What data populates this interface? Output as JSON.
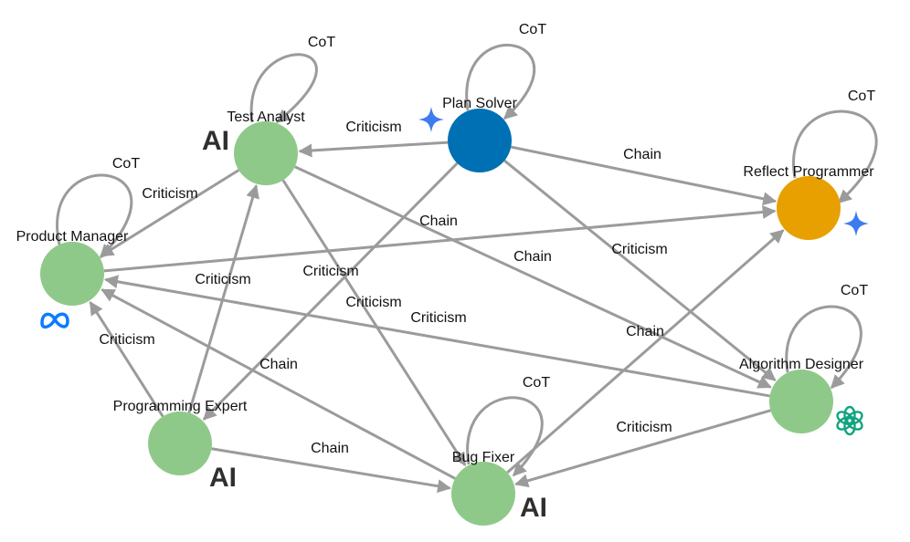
{
  "nodes": {
    "test_analyst": {
      "label": "Test Analyst",
      "color": "#8fc98a"
    },
    "plan_solver": {
      "label": "Plan Solver",
      "color": "#0070b4"
    },
    "reflect_programmer": {
      "label": "Reflect Programmer",
      "color": "#e8a000"
    },
    "product_manager": {
      "label": "Product Manager",
      "color": "#8fc98a"
    },
    "programming_expert": {
      "label": "Programming Expert",
      "color": "#8fc98a"
    },
    "bug_fixer": {
      "label": "Bug Fixer",
      "color": "#8fc98a"
    },
    "algorithm_designer": {
      "label": "Algorithm Designer",
      "color": "#8fc98a"
    }
  },
  "edge_types": {
    "cot": "CoT",
    "criticism": "Criticism",
    "chain": "Chain"
  },
  "edges": [
    {
      "from": "test_analyst",
      "to": "test_analyst",
      "type": "cot"
    },
    {
      "from": "plan_solver",
      "to": "plan_solver",
      "type": "cot"
    },
    {
      "from": "reflect_programmer",
      "to": "reflect_programmer",
      "type": "cot"
    },
    {
      "from": "product_manager",
      "to": "product_manager",
      "type": "cot"
    },
    {
      "from": "bug_fixer",
      "to": "bug_fixer",
      "type": "cot"
    },
    {
      "from": "algorithm_designer",
      "to": "algorithm_designer",
      "type": "cot"
    },
    {
      "from": "plan_solver",
      "to": "test_analyst",
      "type": "criticism"
    },
    {
      "from": "plan_solver",
      "to": "reflect_programmer",
      "type": "chain"
    },
    {
      "from": "plan_solver",
      "to": "programming_expert",
      "type": "criticism"
    },
    {
      "from": "plan_solver",
      "to": "algorithm_designer",
      "type": "criticism"
    },
    {
      "from": "test_analyst",
      "to": "product_manager",
      "type": "criticism"
    },
    {
      "from": "test_analyst",
      "to": "algorithm_designer",
      "type": "chain"
    },
    {
      "from": "test_analyst",
      "to": "bug_fixer",
      "type": "criticism"
    },
    {
      "from": "product_manager",
      "to": "reflect_programmer",
      "type": "chain"
    },
    {
      "from": "programming_expert",
      "to": "test_analyst",
      "type": "criticism"
    },
    {
      "from": "programming_expert",
      "to": "product_manager",
      "type": "criticism"
    },
    {
      "from": "programming_expert",
      "to": "bug_fixer",
      "type": "chain"
    },
    {
      "from": "bug_fixer",
      "to": "product_manager",
      "type": "chain"
    },
    {
      "from": "bug_fixer",
      "to": "reflect_programmer",
      "type": "chain"
    },
    {
      "from": "algorithm_designer",
      "to": "product_manager",
      "type": "criticism"
    },
    {
      "from": "algorithm_designer",
      "to": "bug_fixer",
      "type": "criticism"
    }
  ],
  "logos": {
    "anthropic": "AI",
    "anthropic_icon": "anthropic-logo-icon",
    "gemini_icon": "gemini-sparkle-icon",
    "meta_icon": "meta-logo-icon",
    "openai_icon": "openai-logo-icon"
  },
  "colors": {
    "edge": "#9b9b9b",
    "gemini": "#3d7cf0",
    "meta": "#0a7cff",
    "openai": "#10a37f"
  }
}
